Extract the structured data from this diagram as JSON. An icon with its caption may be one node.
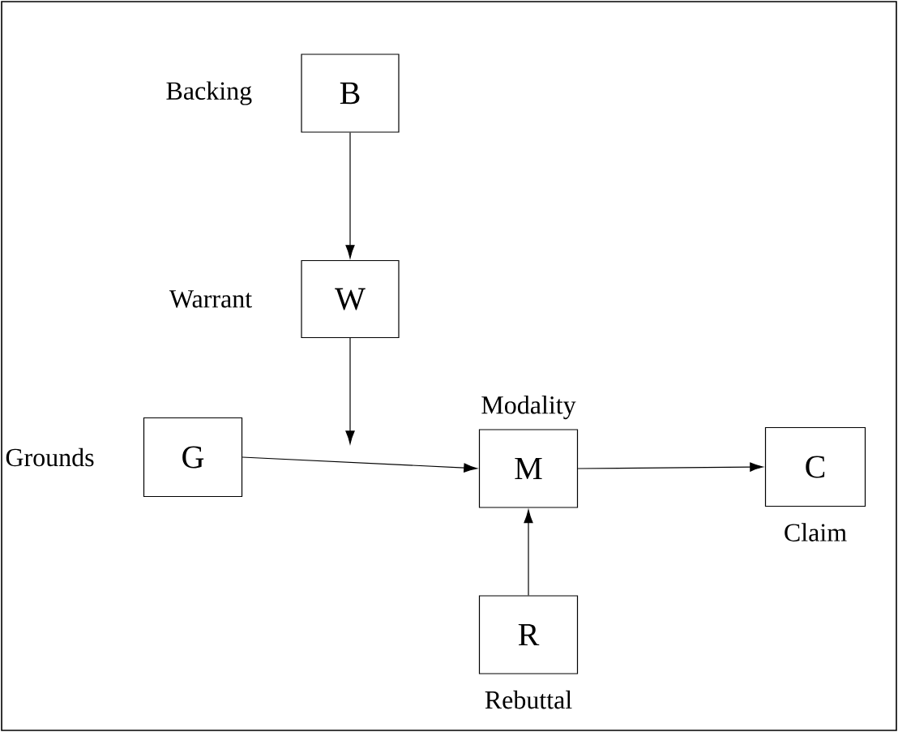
{
  "diagram": {
    "nodes": [
      {
        "text": [
          "B"
        ],
        "beside": [
          "Backing"
        ]
      },
      {
        "text": [
          "W"
        ],
        "beside": [
          "Warrant"
        ]
      },
      {
        "text": [
          "G"
        ],
        "beside": [
          "Grounds"
        ]
      },
      {
        "text": [
          "M"
        ],
        "beside": [
          "Modality"
        ]
      },
      {
        "text": [
          "C"
        ],
        "beside": [
          "Claim"
        ]
      },
      {
        "text": [
          "R"
        ],
        "beside": [
          "Rebuttal"
        ]
      }
    ],
    "edges": [
      {
        "from": 0,
        "to": 1,
        "arrow": "to"
      },
      {
        "from": 1,
        "to": null,
        "arrow": "to"
      },
      {
        "from": 2,
        "to": 3,
        "arrow": "to"
      },
      {
        "from": 3,
        "to": 4,
        "arrow": "to"
      },
      {
        "from": 5,
        "to": 3,
        "arrow": "to"
      }
    ]
  }
}
